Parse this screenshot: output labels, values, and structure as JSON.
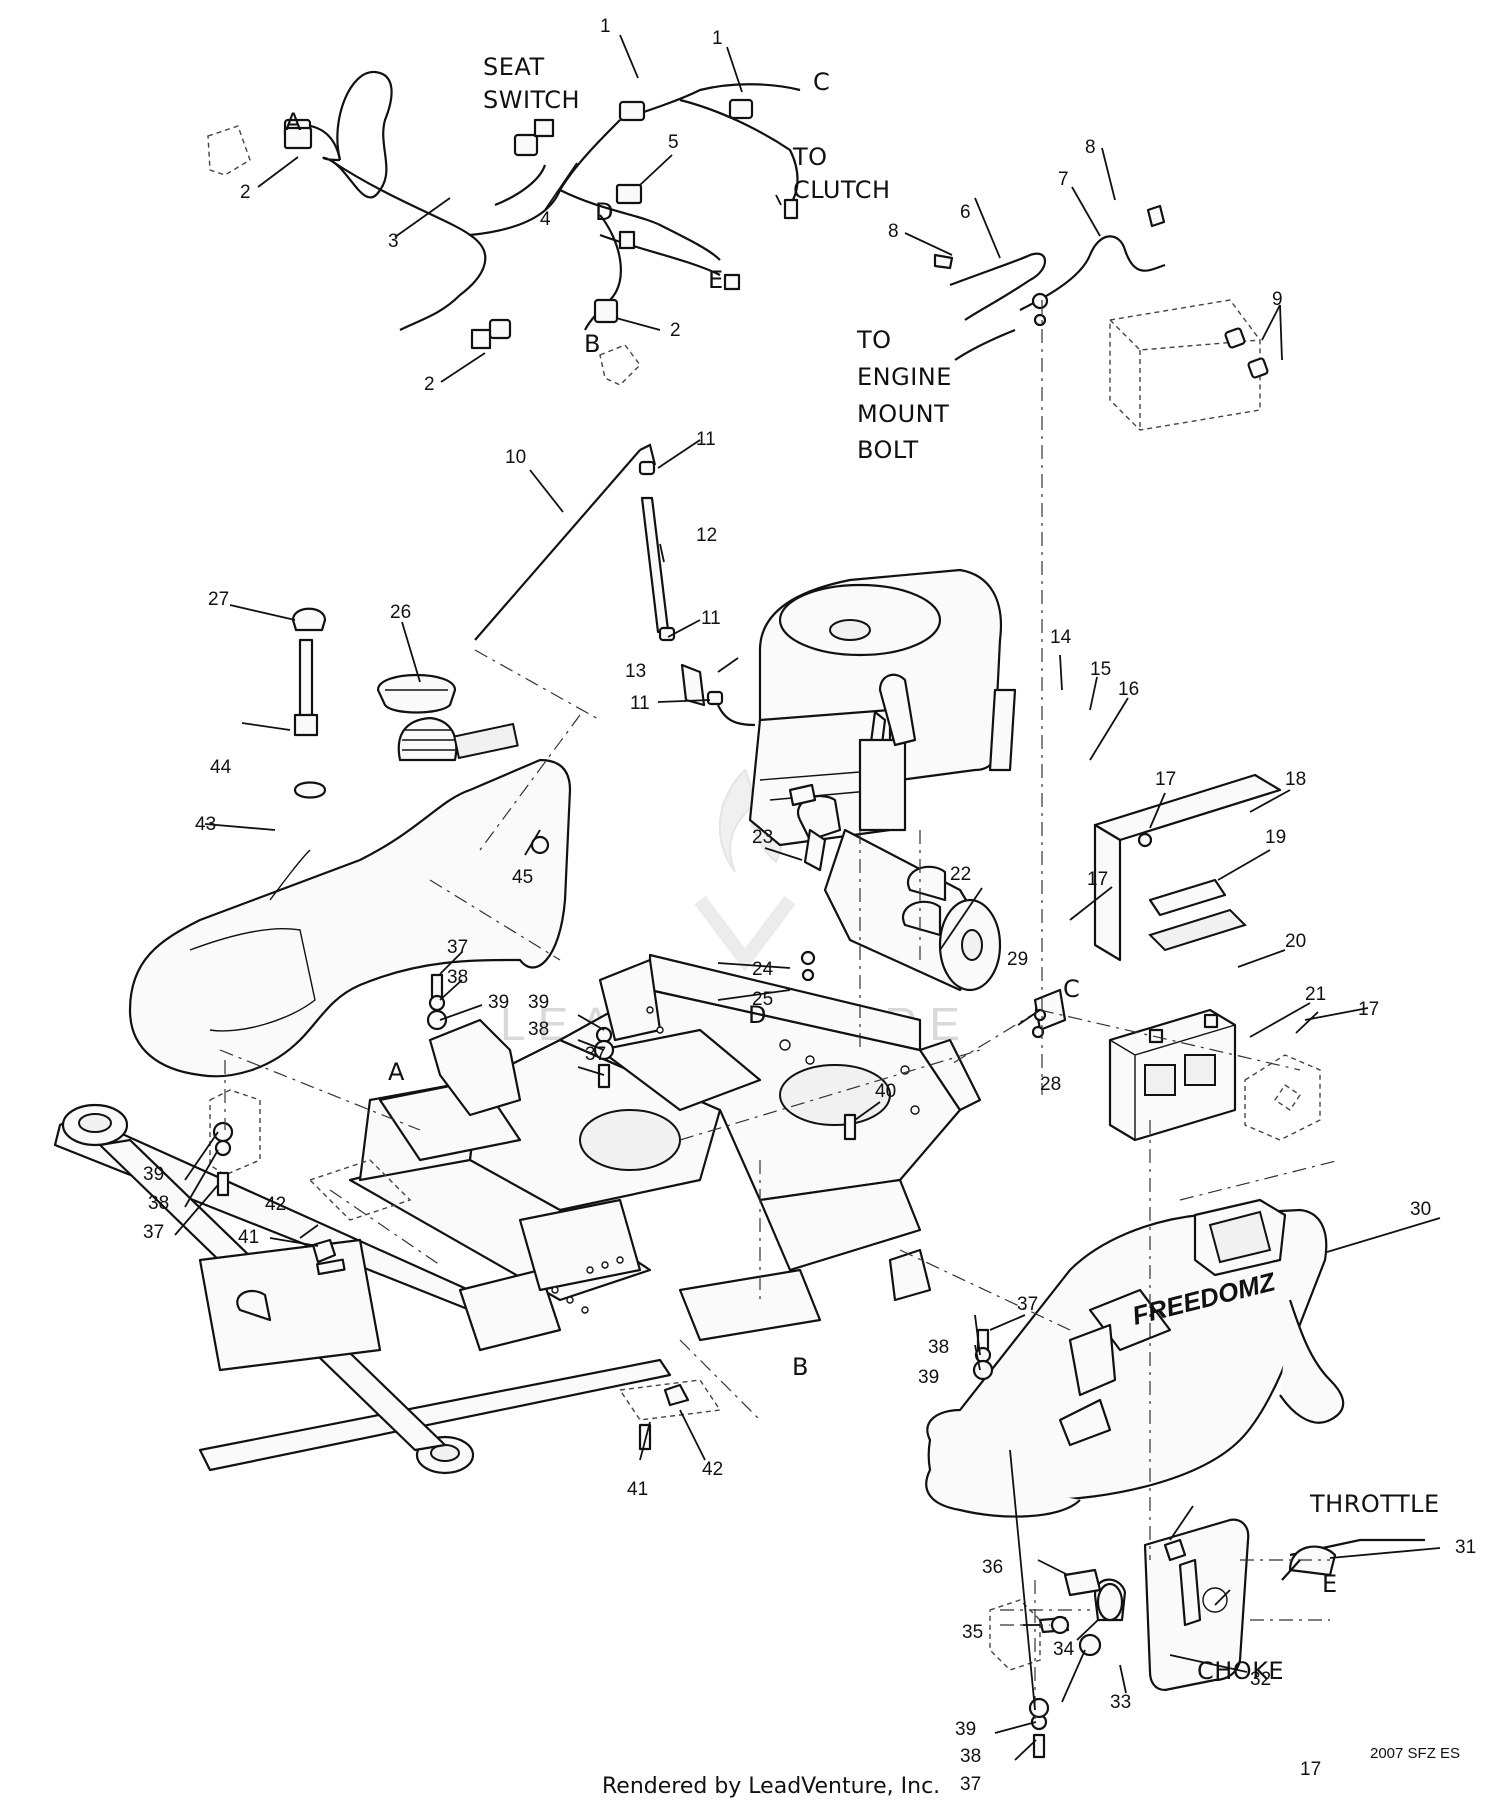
{
  "labels": {
    "seat_switch_1": "SEAT",
    "seat_switch_2": "SWITCH",
    "to_clutch_1": "TO",
    "to_clutch_2": "CLUTCH",
    "to_engine_1": "TO",
    "to_engine_2": "ENGINE",
    "to_engine_3": "MOUNT",
    "to_engine_4": "BOLT",
    "throttle": "THROTTLE",
    "choke": "CHOKE",
    "brand_decal": "FREEDOMZ"
  },
  "connectors": {
    "a1": "A",
    "b1": "B",
    "c1": "C",
    "d1": "D",
    "e1": "E",
    "a2": "A",
    "b2": "B",
    "c2": "C",
    "d2": "D",
    "e2": "E"
  },
  "callouts": [
    "1",
    "1",
    "2",
    "2",
    "2",
    "3",
    "4",
    "5",
    "6",
    "7",
    "8",
    "8",
    "9",
    "10",
    "11",
    "11",
    "11",
    "12",
    "13",
    "14",
    "15",
    "16",
    "17",
    "17",
    "17",
    "17",
    "18",
    "19",
    "20",
    "21",
    "22",
    "23",
    "24",
    "25",
    "26",
    "27",
    "28",
    "29",
    "30",
    "31",
    "32",
    "33",
    "34",
    "35",
    "36",
    "37",
    "37",
    "37",
    "37",
    "37",
    "38",
    "38",
    "38",
    "38",
    "38",
    "39",
    "39",
    "39",
    "39",
    "39",
    "40",
    "41",
    "41",
    "42",
    "42",
    "43",
    "44",
    "45"
  ],
  "drawing_code": "2007 SFZ ES",
  "footer": "Rendered by LeadVenture, Inc.",
  "watermark": "LEADVENTURE",
  "icons": {
    "watermark_logo": "flame-logo-icon"
  }
}
